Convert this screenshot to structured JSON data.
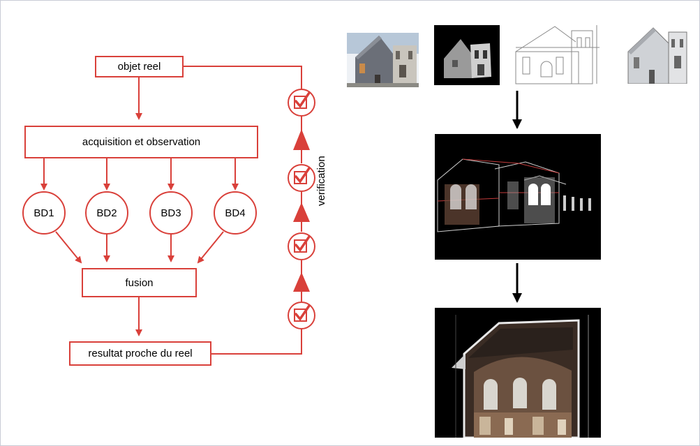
{
  "diagram": {
    "nodes": {
      "objet_reel": "objet reel",
      "acquisition": "acquisition et observation",
      "bd1": "BD1",
      "bd2": "BD2",
      "bd3": "BD3",
      "bd4": "BD4",
      "fusion": "fusion",
      "resultat": "resultat proche du reel"
    },
    "verification_label": "verification",
    "colors": {
      "flow": "#d9403a",
      "text": "#000000",
      "photo_background": "#000000"
    }
  },
  "images": [
    {
      "name": "facade-photo",
      "description_icon": "building-photo"
    },
    {
      "name": "point-cloud-view",
      "description_icon": "point-cloud"
    },
    {
      "name": "elevation-drawing",
      "description_icon": "line-drawing"
    },
    {
      "name": "rendered-elevation",
      "description_icon": "rendered-drawing"
    },
    {
      "name": "fused-3d-model",
      "description_icon": "3d-model"
    },
    {
      "name": "final-section-render",
      "description_icon": "section-render"
    }
  ]
}
